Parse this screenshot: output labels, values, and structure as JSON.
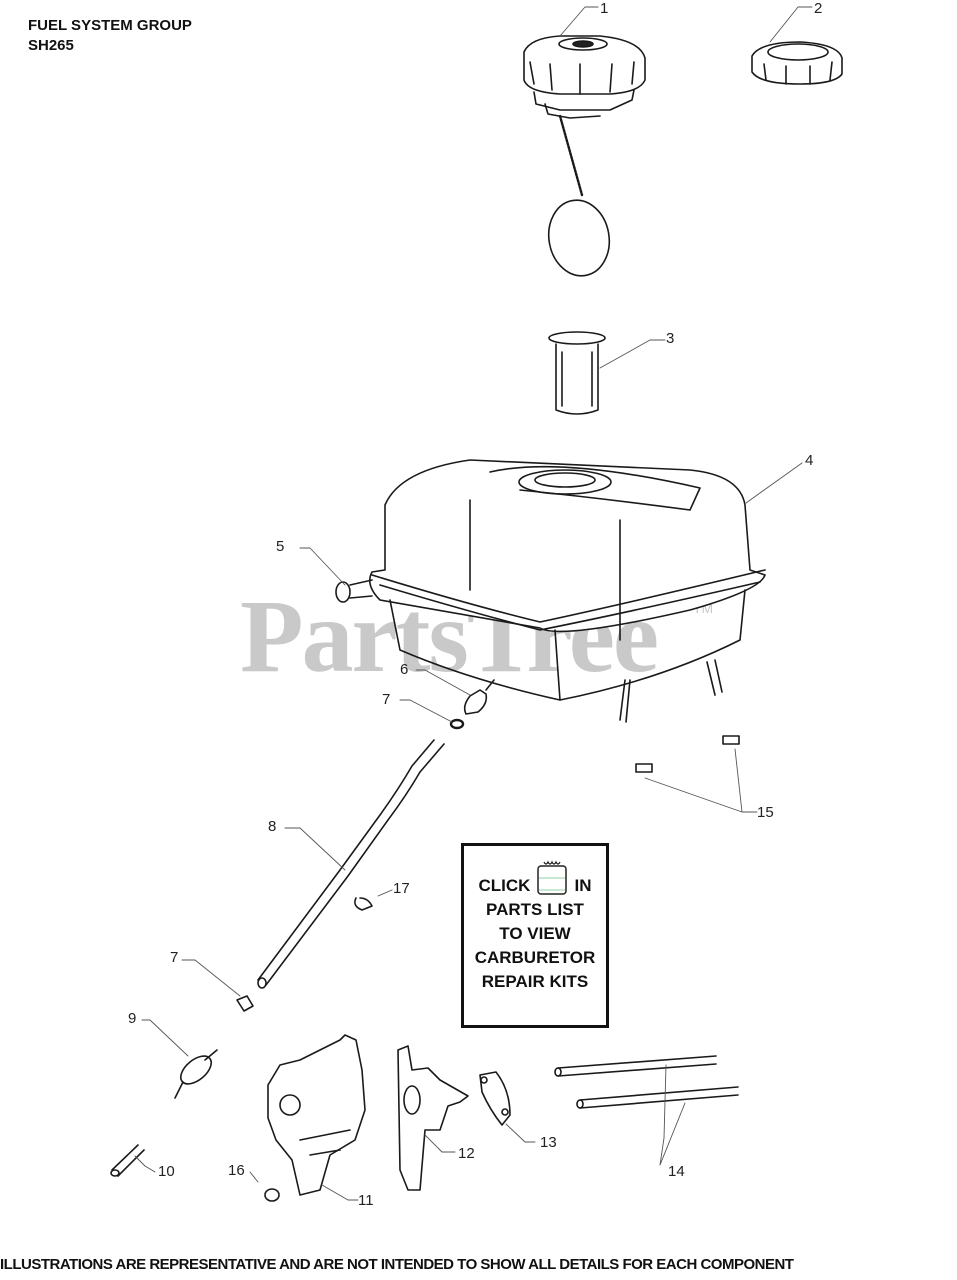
{
  "header": {
    "title": "FUEL SYSTEM GROUP",
    "model": "SH265"
  },
  "watermark": {
    "text": "PartsTree",
    "trademark": "TM",
    "color": "#c9c9c9"
  },
  "callouts": [
    {
      "number": "1",
      "part": "fuel-cap-with-tether"
    },
    {
      "number": "2",
      "part": "fuel-cap"
    },
    {
      "number": "3",
      "part": "fuel-strainer"
    },
    {
      "number": "4",
      "part": "fuel-tank"
    },
    {
      "number": "5",
      "part": "tank-fitting"
    },
    {
      "number": "6",
      "part": "fuel-valve"
    },
    {
      "number": "7",
      "part": "hose-clamp"
    },
    {
      "number": "8",
      "part": "fuel-line"
    },
    {
      "number": "9",
      "part": "fuel-filter"
    },
    {
      "number": "10",
      "part": "fuel-line-short"
    },
    {
      "number": "11",
      "part": "carburetor"
    },
    {
      "number": "12",
      "part": "insulator"
    },
    {
      "number": "13",
      "part": "gasket"
    },
    {
      "number": "14",
      "part": "studs"
    },
    {
      "number": "15",
      "part": "tank-nuts"
    },
    {
      "number": "16",
      "part": "drain-screw"
    },
    {
      "number": "17",
      "part": "line-clip"
    }
  ],
  "kit_notice": {
    "line1_left": "CLICK",
    "icon": "notepad-icon",
    "line1_right": "IN",
    "line2": "PARTS LIST",
    "line3": "TO VIEW",
    "line4": "CARBURETOR",
    "line5": "REPAIR KITS"
  },
  "footer": {
    "disclaimer": "ILLUSTRATIONS ARE REPRESENTATIVE AND ARE NOT INTENDED TO SHOW ALL DETAILS FOR EACH COMPONENT"
  }
}
